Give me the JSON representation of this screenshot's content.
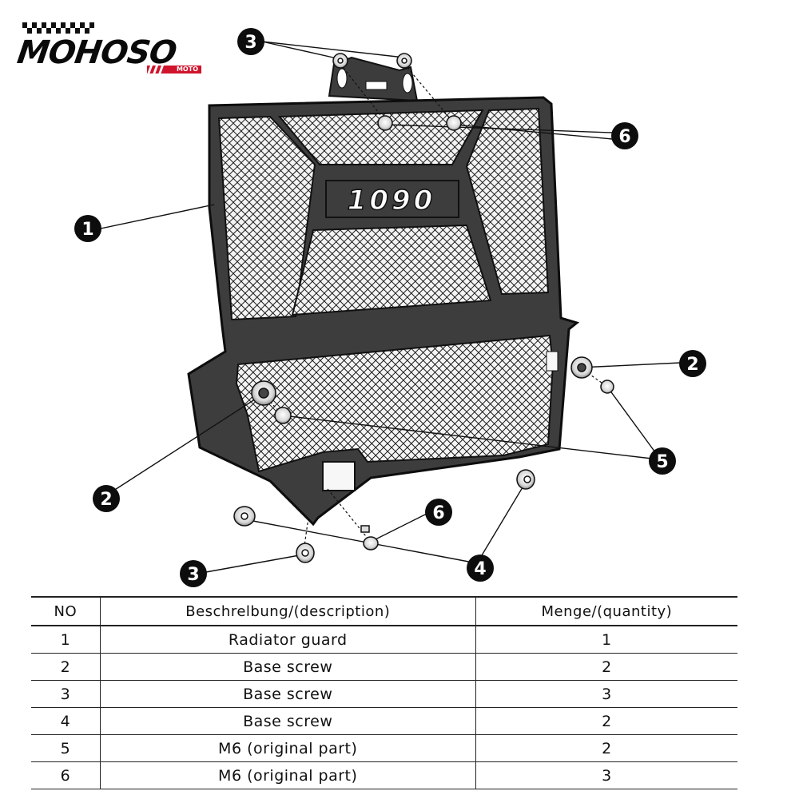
{
  "brand": {
    "name": "MOHOSO",
    "tag": "MOTO",
    "accent_color": "#d0142c"
  },
  "diagram": {
    "product_badge": "1090",
    "callouts": [
      {
        "id": "c1",
        "label": "1"
      },
      {
        "id": "c2a",
        "label": "2"
      },
      {
        "id": "c2b",
        "label": "2"
      },
      {
        "id": "c3a",
        "label": "3"
      },
      {
        "id": "c3b",
        "label": "3"
      },
      {
        "id": "c4",
        "label": "4"
      },
      {
        "id": "c5",
        "label": "5"
      },
      {
        "id": "c6a",
        "label": "6"
      },
      {
        "id": "c6b",
        "label": "6"
      }
    ]
  },
  "table": {
    "headers": [
      "NO",
      "Beschrelbung/(description)",
      "Menge/(quantity)"
    ],
    "rows": [
      {
        "no": "1",
        "description": "Radiator guard",
        "quantity": "1"
      },
      {
        "no": "2",
        "description": "Base screw",
        "quantity": "2"
      },
      {
        "no": "3",
        "description": "Base screw",
        "quantity": "3"
      },
      {
        "no": "4",
        "description": "Base screw",
        "quantity": "2"
      },
      {
        "no": "5",
        "description": "M6 (original part)",
        "quantity": "2"
      },
      {
        "no": "6",
        "description": "M6 (original part)",
        "quantity": "3"
      }
    ]
  }
}
